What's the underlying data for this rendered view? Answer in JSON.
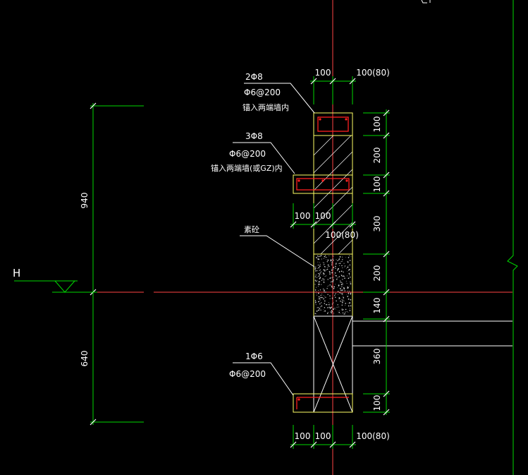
{
  "colors": {
    "background": "#000000",
    "dimension": "#00d800",
    "outline": "#ffff66",
    "axis": "#ff4444",
    "rebar": "#ff2020",
    "structure": "#ffffff",
    "text": "#ffffff"
  },
  "top_dims": {
    "a": "100",
    "b": "100(80)"
  },
  "bottom_dims": {
    "a": "100",
    "b": "100",
    "c": "100(80)"
  },
  "mid_dims": {
    "a": "100",
    "b": "100",
    "c": "100(80)"
  },
  "right_dims": [
    "100",
    "200",
    "100",
    "300",
    "200",
    "140",
    "360",
    "100"
  ],
  "left_dims": {
    "upper": "940",
    "lower": "640"
  },
  "level_mark": "H",
  "notes": {
    "n1_bars": "2Φ8",
    "n1_stirrup": "Φ6@200",
    "n1_anchor": "锚入两端墙内",
    "n2_bars": "3Φ8",
    "n2_stirrup": "Φ6@200",
    "n2_anchor": "锚入两端墙(或GZ)内",
    "n3_material": "素砼",
    "n4_bars": "1Φ6",
    "n4_stirrup": "Φ6@200"
  }
}
